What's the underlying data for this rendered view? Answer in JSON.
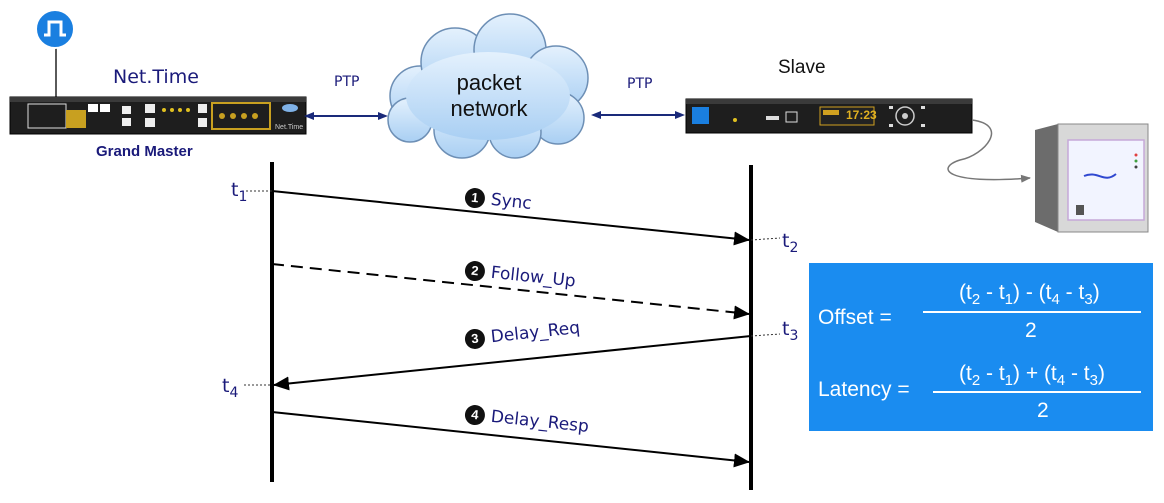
{
  "master": {
    "device_label": "Net.Time",
    "role_label": "Grand Master",
    "faceplate_text": "Net.Time"
  },
  "network": {
    "cloud_line1": "packet",
    "cloud_line2": "network",
    "left_link": "PTP",
    "right_link": "PTP"
  },
  "slave": {
    "label": "Slave",
    "display_time": "17:23"
  },
  "timestamps": {
    "t1": {
      "base": "t",
      "sub": "1"
    },
    "t2": {
      "base": "t",
      "sub": "2"
    },
    "t3": {
      "base": "t",
      "sub": "3"
    },
    "t4": {
      "base": "t",
      "sub": "4"
    }
  },
  "messages": [
    {
      "number": "1",
      "label": "Sync",
      "style": "solid",
      "direction": "master-to-slave"
    },
    {
      "number": "2",
      "label": "Follow_Up",
      "style": "dashed",
      "direction": "master-to-slave"
    },
    {
      "number": "3",
      "label": "Delay_Req",
      "style": "solid",
      "direction": "slave-to-master"
    },
    {
      "number": "4",
      "label": "Delay_Resp",
      "style": "solid",
      "direction": "master-to-slave"
    }
  ],
  "formulas": {
    "offset": {
      "label": "Offset =",
      "p1": "(t",
      "s1": "2",
      "p2": " - t",
      "s2": "1",
      "p3": ") - (t",
      "s3": "4",
      "p4": " - t",
      "s4": "3",
      "p5": ")",
      "denominator": "2"
    },
    "latency": {
      "label": "Latency =",
      "p1": "(t",
      "s1": "2",
      "p2": " - t",
      "s2": "1",
      "p3": ") + (t",
      "s3": "4",
      "p4": " - t",
      "s4": "3",
      "p5": ")",
      "denominator": "2"
    }
  },
  "colors": {
    "formula_box": "#1a8cf0",
    "label_text": "#1a1a7a",
    "pulse_icon": "#1a7fe0",
    "cloud_fill": "#c9e2fb"
  },
  "icons": [
    "pulse-icon",
    "cloud-icon",
    "grand-master-device-icon",
    "slave-device-icon",
    "monitoring-terminal-icon"
  ]
}
